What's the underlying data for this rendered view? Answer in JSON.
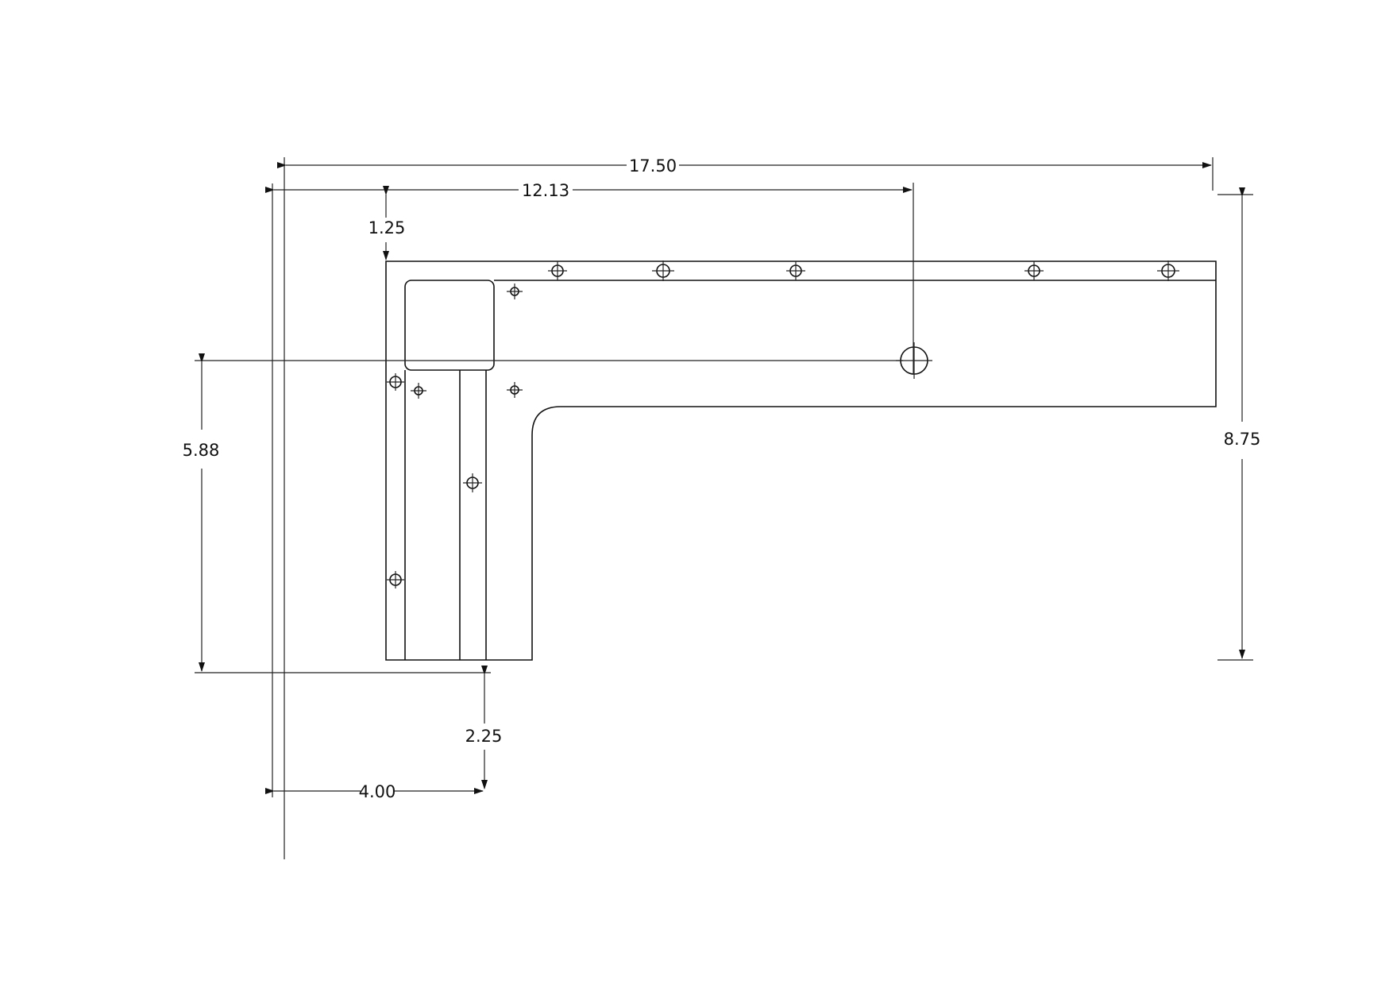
{
  "drawing": {
    "dimensions": {
      "overall_width": "17.50",
      "hole_offset": "12.13",
      "top_offset": "1.25",
      "hole_height": "5.88",
      "overall_height": "8.75",
      "bottom_offset": "2.25",
      "leg_offset": "4.00"
    },
    "colors": {
      "ink": "#111111",
      "paper": "#ffffff"
    }
  }
}
